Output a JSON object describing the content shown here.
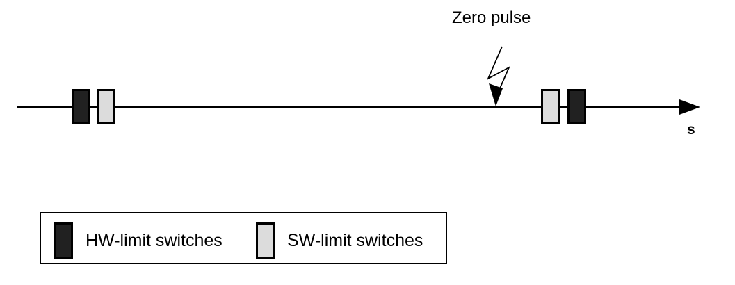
{
  "diagram": {
    "axis": {
      "label": "s",
      "arrow_icon": "arrow-right-icon"
    },
    "annotation": {
      "label": "Zero pulse",
      "pointer_icon": "lightning-arrow-icon"
    },
    "switches": [
      {
        "id": "hw-left",
        "type": "HW-limit switch",
        "side": "left",
        "fill": "#212121"
      },
      {
        "id": "sw-left",
        "type": "SW-limit switch",
        "side": "left",
        "fill": "#dcdcdc"
      },
      {
        "id": "sw-right",
        "type": "SW-limit switch",
        "side": "right",
        "fill": "#dcdcdc"
      },
      {
        "id": "hw-right",
        "type": "HW-limit switch",
        "side": "right",
        "fill": "#212121"
      }
    ]
  },
  "legend": {
    "entries": [
      {
        "label": "HW-limit switches",
        "swatch": "#212121"
      },
      {
        "label": "SW-limit switches",
        "swatch": "#dcdcdc"
      }
    ]
  },
  "colors": {
    "stroke": "#000000",
    "hw_fill": "#212121",
    "sw_fill": "#dcdcdc",
    "background": "#ffffff"
  }
}
